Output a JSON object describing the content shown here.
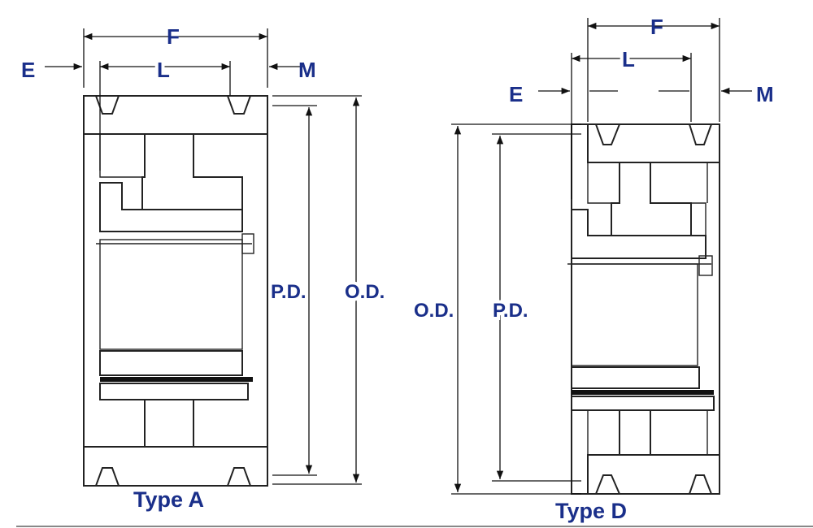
{
  "labels": {
    "a_f": "F",
    "a_e": "E",
    "a_l": "L",
    "a_m": "M",
    "a_pd": "P.D.",
    "a_od": "O.D.",
    "d_f": "F",
    "d_e": "E",
    "d_l": "L",
    "d_m": "M",
    "d_od": "O.D.",
    "d_pd": "P.D."
  },
  "captions": {
    "type_a": "Type A",
    "type_d": "Type D"
  },
  "colors": {
    "label": "#1a2f8a",
    "line": "#222222"
  }
}
